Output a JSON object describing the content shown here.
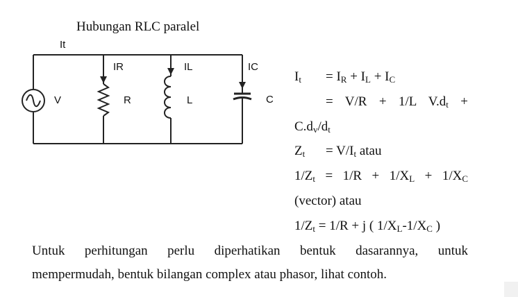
{
  "title": "Hubungan RLC paralel",
  "circuit": {
    "it": "It",
    "ir": "IR",
    "il": "IL",
    "ic": "IC",
    "v": "V",
    "r": "R",
    "l": "L",
    "c": "C"
  },
  "equations": {
    "l1_lhs": "I",
    "l1_lhs_sub": "t",
    "l1_eq": "= I",
    "l1_r_sub": "R",
    "l1_plus1": " + I",
    "l1_l_sub": "L",
    "l1_plus2": " + I",
    "l1_c_sub": "C",
    "l2_a": "=  V/R  +  1/L  V.d",
    "l2_a_sub": "t",
    "l2_b": "  +",
    "l3_a": "C.d",
    "l3_a_sub": "v",
    "l3_b": "/d",
    "l3_b_sub": "t",
    "l4_a": "Z",
    "l4_a_sub": "t",
    "l4_b": "= V/I",
    "l4_b_sub": "t",
    "l4_c": " atau",
    "l5_a": "1/Z",
    "l5_a_sub": "t",
    "l5_b": "  =  1/R  +  1/X",
    "l5_b_sub": "L",
    "l5_c": "  +  1/X",
    "l5_c_sub": "C",
    "l6": "(vector) atau",
    "l7_a": "1/Z",
    "l7_a_sub": "t",
    "l7_b": " = 1/R + j ( 1/X",
    "l7_b_sub": "L",
    "l7_c": "-1/X",
    "l7_c_sub": "C",
    "l7_d": " )"
  },
  "paragraph": {
    "line1": "Untuk perhitungan perlu diperhatikan bentuk dasarannya, untuk",
    "line2": "mempermudah, bentuk bilangan complex atau phasor, lihat contoh."
  }
}
